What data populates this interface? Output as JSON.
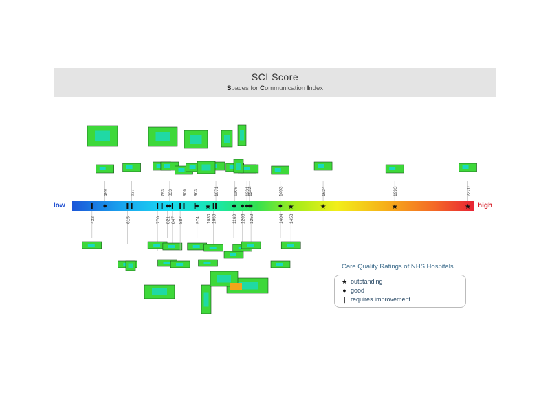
{
  "header": {
    "title": "SCI Score",
    "subtitle_parts": [
      {
        "b": "S",
        "t": "paces for "
      },
      {
        "b": "C",
        "t": "ommunication "
      },
      {
        "b": "I",
        "t": "ndex"
      }
    ]
  },
  "scale": {
    "low": "low",
    "high": "high",
    "low_color": "#1f4fd1",
    "high_color": "#d8262f"
  },
  "legend": {
    "title": "Care Quality Ratings of NHS Hospitals",
    "items": [
      {
        "symbol": "★",
        "label": "outstanding",
        "icon": "star-icon"
      },
      {
        "symbol": "●",
        "label": "good",
        "icon": "dot-icon"
      },
      {
        "symbol": "❙",
        "label": "requires improvement",
        "icon": "bar-icon"
      }
    ]
  },
  "chart_data": {
    "type": "scatter",
    "title": "SCI Score",
    "xlabel": "",
    "xlim": [
      330,
      2400
    ],
    "hospitals": [
      {
        "score": 432,
        "rating": "requires improvement",
        "label_side": "below"
      },
      {
        "score": 499,
        "rating": "good",
        "label_side": "above"
      },
      {
        "score": 615,
        "rating": "requires improvement",
        "label_side": "below"
      },
      {
        "score": 637,
        "rating": "requires improvement",
        "label_side": "above"
      },
      {
        "score": 770,
        "rating": "requires improvement",
        "label_side": "below"
      },
      {
        "score": 793,
        "rating": "requires improvement",
        "label_side": "above"
      },
      {
        "score": 821,
        "rating": "good",
        "label_side": "below"
      },
      {
        "score": 833,
        "rating": "good",
        "label_side": "above"
      },
      {
        "score": 847,
        "rating": "requires improvement",
        "label_side": "below"
      },
      {
        "score": 887,
        "rating": "requires improvement",
        "label_side": "below"
      },
      {
        "score": 906,
        "rating": "requires improvement",
        "label_side": "above"
      },
      {
        "score": 963,
        "rating": "requires improvement",
        "label_side": "above"
      },
      {
        "score": 974,
        "rating": "good",
        "label_side": "below"
      },
      {
        "score": 1030,
        "rating": "outstanding",
        "label_side": "below"
      },
      {
        "score": 1059,
        "rating": "requires improvement",
        "label_side": "below"
      },
      {
        "score": 1071,
        "rating": "requires improvement",
        "label_side": "above"
      },
      {
        "score": 1163,
        "rating": "good",
        "label_side": "below"
      },
      {
        "score": 1169,
        "rating": "good",
        "label_side": "above"
      },
      {
        "score": 1208,
        "rating": "good",
        "label_side": "below"
      },
      {
        "score": 1231,
        "rating": "good",
        "label_side": "above"
      },
      {
        "score": 1244,
        "rating": "good",
        "label_side": "above"
      },
      {
        "score": 1252,
        "rating": "good",
        "label_side": "below"
      },
      {
        "score": 1403,
        "rating": "good",
        "label_side": "above"
      },
      {
        "score": 1404,
        "rating": "good",
        "label_side": "below"
      },
      {
        "score": 1458,
        "rating": "outstanding",
        "label_side": "below"
      },
      {
        "score": 1624,
        "rating": "outstanding",
        "label_side": "above"
      },
      {
        "score": 1993,
        "rating": "outstanding",
        "label_side": "above"
      },
      {
        "score": 2370,
        "rating": "outstanding",
        "label_side": "above"
      }
    ]
  }
}
